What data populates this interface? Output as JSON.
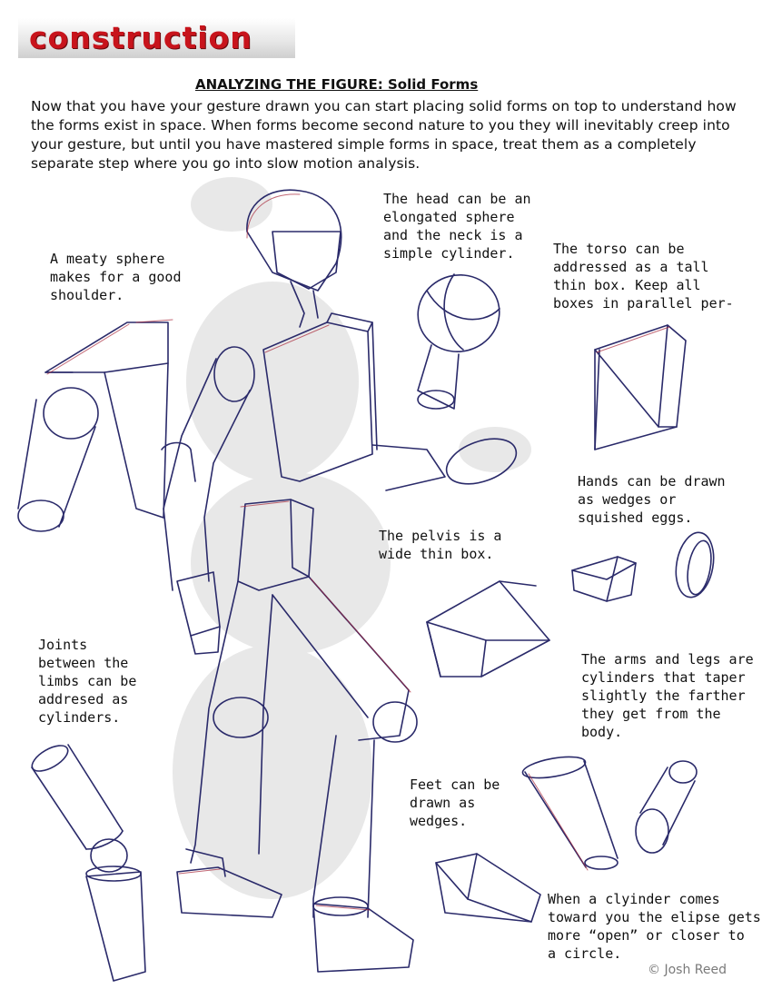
{
  "header": {
    "banner": "construction"
  },
  "heading": "ANALYZING THE FIGURE: Solid Forms",
  "intro": "Now that you have your gesture drawn you can start placing solid forms on top to understand how the forms exist in space.  When forms become second nature to you they will inevitably creep into your gesture, but until you have mastered simple forms in space, treat them as a completely separate step where you go into slow motion analysis.",
  "notes": {
    "shoulder": "A meaty sphere\nmakes for a good\nshoulder.",
    "head": "The head can be an\nelongated sphere\nand the neck is a\nsimple cylinder.",
    "torso": "The torso can be\naddressed as a tall\nthin box.  Keep all\nboxes in parallel per-",
    "hands": "Hands can be drawn\nas wedges or\nsquished eggs.",
    "pelvis": "The pelvis is a\nwide thin box.",
    "joints": "Joints\nbetween the\nlimbs can be\naddresed as\ncylinders.",
    "limbs": "The arms and legs are\ncylinders that taper\nslightly the farther\nthey get from the\nbody.",
    "feet": "Feet can be\n drawn as\nwedges.",
    "cylinder": "When a clyinder comes\ntoward you the elipse gets\nmore “open” or closer to\na circle."
  },
  "copyright": "© Josh Reed",
  "colors": {
    "accent": "#c8141c",
    "ink": "#2a2a6a",
    "red_ink": "#a8283a"
  }
}
